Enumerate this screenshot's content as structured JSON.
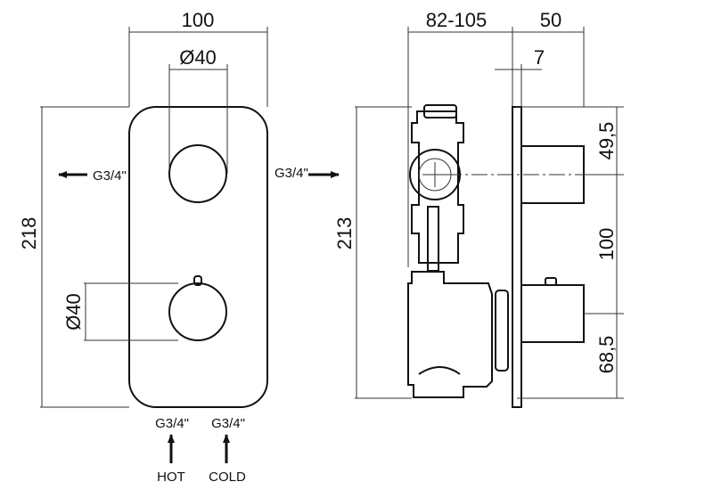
{
  "front_view": {
    "width_dim": "100",
    "knob_dia_top": "Ø40",
    "knob_dia_left": "Ø40",
    "height_dim": "218",
    "outlet_left": "G3/4\"",
    "inlet_hot_thread": "G3/4\"",
    "inlet_cold_thread": "G3/4\"",
    "hot_label": "HOT",
    "cold_label": "COLD"
  },
  "side_view": {
    "depth_dim": "82-105",
    "knob_dim": "50",
    "plate_dim": "7",
    "height_dim": "213",
    "outlet_right": "G3/4\"",
    "top_offset_dim": "49,5",
    "spacing_dim": "100",
    "bottom_offset_dim": "68,5"
  }
}
